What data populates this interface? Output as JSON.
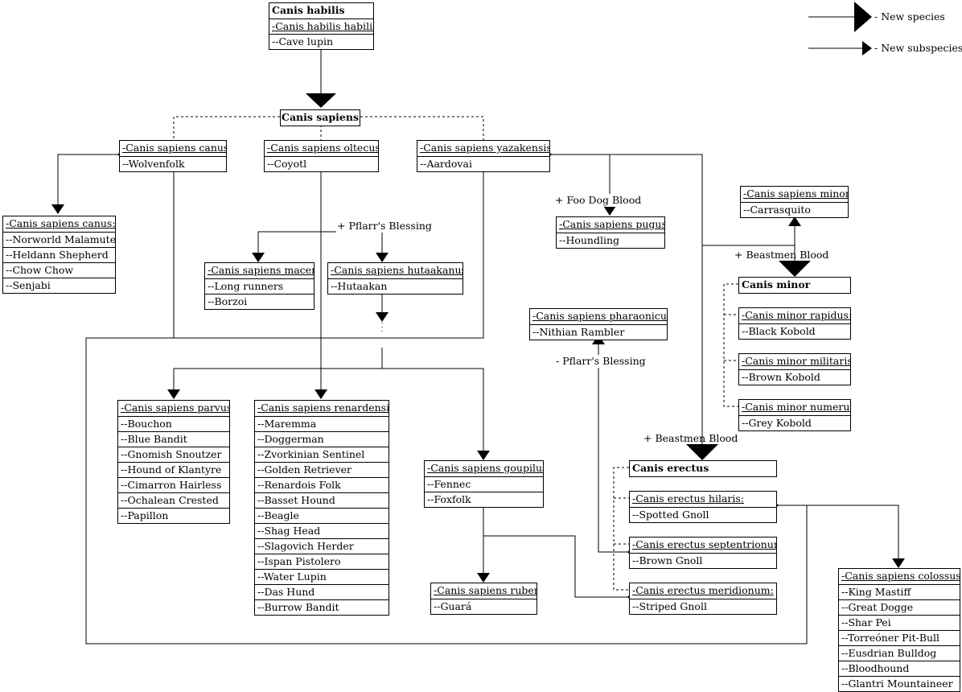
{
  "boxes": [
    {
      "id": "habilis",
      "title": "Canis habilis",
      "header": "-Canis habilis habilis:",
      "items": [
        "--Cave lupin"
      ]
    },
    {
      "id": "sapiens",
      "title": "Canis sapiens",
      "items": []
    },
    {
      "id": "canus",
      "header": "-Canis sapiens canus:",
      "items": [
        "--Wolvenfolk"
      ]
    },
    {
      "id": "oltecus",
      "header": "-Canis sapiens oltecus:",
      "items": [
        "--Coyotl"
      ]
    },
    {
      "id": "yazakensis",
      "header": "-Canis sapiens yazakensis:",
      "items": [
        "--Aardovai"
      ]
    },
    {
      "id": "canus2",
      "header": "-Canis sapiens canus:",
      "items": [
        "--Norworld Malamute",
        "--Heldann Shepherd",
        "--Chow Chow",
        "--Senjabi"
      ]
    },
    {
      "id": "macer",
      "header": "-Canis sapiens macer:",
      "items": [
        "--Long runners",
        "--Borzoi"
      ]
    },
    {
      "id": "hutaakanus",
      "header": "-Canis sapiens hutaakanus:",
      "items": [
        "--Hutaakan"
      ]
    },
    {
      "id": "pugus",
      "header": "-Canis sapiens pugus:",
      "items": [
        "--Houndling"
      ]
    },
    {
      "id": "sminor",
      "header": "-Canis sapiens minor:",
      "items": [
        "--Carrasquito"
      ]
    },
    {
      "id": "cminor",
      "title": "Canis minor",
      "items": []
    },
    {
      "id": "rapidus",
      "header": "-Canis minor rapidus:",
      "items": [
        "--Black Kobold"
      ]
    },
    {
      "id": "militaris",
      "header": "-Canis minor militaris:",
      "items": [
        "--Brown Kobold"
      ]
    },
    {
      "id": "numerus",
      "header": "-Canis minor numerus:",
      "items": [
        "--Grey Kobold"
      ]
    },
    {
      "id": "pharaonicus",
      "header": "-Canis sapiens pharaonicus:",
      "items": [
        "--Nithian Rambler"
      ]
    },
    {
      "id": "parvus",
      "header": "-Canis sapiens parvus:",
      "items": [
        "--Bouchon",
        "--Blue Bandit",
        "--Gnomish Snoutzer",
        "--Hound of Klantyre",
        "--Cimarron Hairless",
        "--Ochalean Crested",
        "--Papillon"
      ]
    },
    {
      "id": "renardensis",
      "header": "-Canis sapiens renardensis:",
      "items": [
        "--Maremma",
        "--Doggerman",
        "--Zvorkinian Sentinel",
        "--Golden Retriever",
        "--Renardois Folk",
        "--Basset Hound",
        "--Beagle",
        "--Shag Head",
        "--Slagovich Herder",
        "--Ispan Pistolero",
        "--Water Lupin",
        "--Das Hund",
        "--Burrow Bandit"
      ]
    },
    {
      "id": "goupilus",
      "header": "-Canis sapiens goupilus:",
      "items": [
        "--Fennec",
        "--Foxfolk"
      ]
    },
    {
      "id": "ruber",
      "header": "-Canis sapiens ruber:",
      "items": [
        "--Guará"
      ]
    },
    {
      "id": "cerectus",
      "title": "Canis erectus",
      "items": []
    },
    {
      "id": "hilaris",
      "header": "-Canis erectus hilaris:",
      "items": [
        "--Spotted Gnoll"
      ]
    },
    {
      "id": "septentrionum",
      "header": "-Canis erectus septentrionum:",
      "items": [
        "--Brown Gnoll"
      ]
    },
    {
      "id": "meridionum",
      "header": "-Canis erectus meridionum:",
      "items": [
        "--Striped Gnoll"
      ]
    },
    {
      "id": "colossus",
      "header": "-Canis sapiens colossus:",
      "items": [
        "--King Mastiff",
        "--Great Dogge",
        "--Shar Pei",
        "--Torreóner Pit-Bull",
        "--Eusdrian Bulldog",
        "--Bloodhound",
        "--Glantri Mountaineer"
      ]
    }
  ],
  "labels": [
    {
      "id": "pflarr_plus",
      "text": "+ Pflarr's Blessing"
    },
    {
      "id": "foo_dog",
      "text": "+ Foo Dog Blood"
    },
    {
      "id": "beastmen1",
      "text": "+ Beastmen Blood"
    },
    {
      "id": "pflarr_minus",
      "text": "- Pflarr's Blessing"
    },
    {
      "id": "beastmen2",
      "text": "+ Beastmen Blood"
    }
  ],
  "legend": {
    "new_species": "- New species",
    "new_subspecies": "- New subspecies"
  }
}
